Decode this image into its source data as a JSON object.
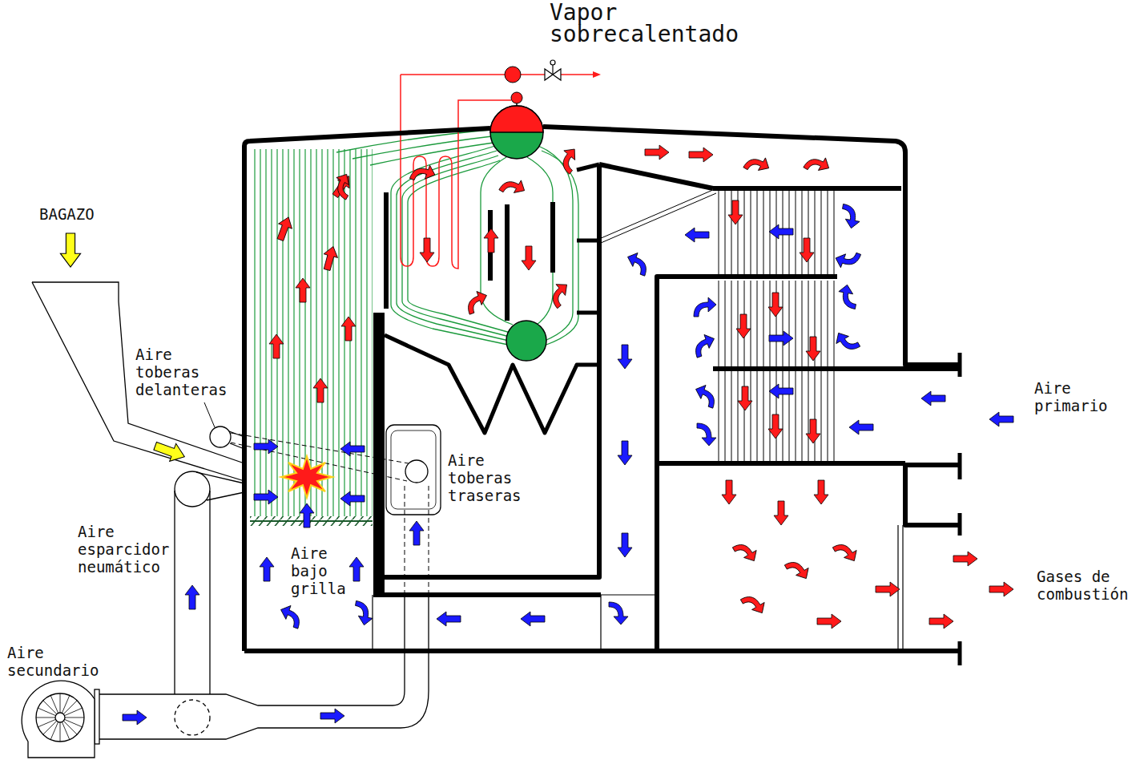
{
  "diagram": {
    "labels": [
      "Vapor sobrecalentado",
      "BAGAZO",
      "Aire toberas delanteras",
      "Aire toberas traseras",
      "Aire esparcidor neumático",
      "Aire bajo grilla",
      "Aire primario",
      "Gases de combustión",
      "Aire secundario"
    ]
  }
}
